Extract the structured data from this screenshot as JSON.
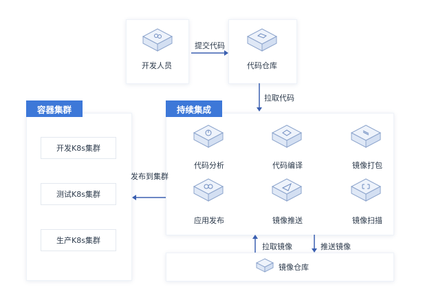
{
  "developer": {
    "label": "开发人员"
  },
  "commit_edge": {
    "label": "提交代码"
  },
  "code_repo": {
    "label": "代码仓库"
  },
  "pull_edge": {
    "label": "拉取代码"
  },
  "ci": {
    "title": "持续集成",
    "steps": [
      "代码分析",
      "代码编译",
      "镜像打包",
      "应用发布",
      "镜像推送",
      "镜像扫描"
    ]
  },
  "deploy_edge": {
    "label": "发布到集群"
  },
  "clusters": {
    "title": "容器集群",
    "items": [
      "开发K8s集群",
      "测试K8s集群",
      "生产K8s集群"
    ]
  },
  "pull_image_edge": {
    "label": "拉取镜像"
  },
  "push_image_edge": {
    "label": "推送镜像"
  },
  "image_repo": {
    "label": "镜像仓库"
  },
  "colors": {
    "accent": "#3d78d8",
    "arrow": "#3a5fb0",
    "icon_fill": "#eef3fb",
    "icon_stroke": "#8ca4cc"
  }
}
